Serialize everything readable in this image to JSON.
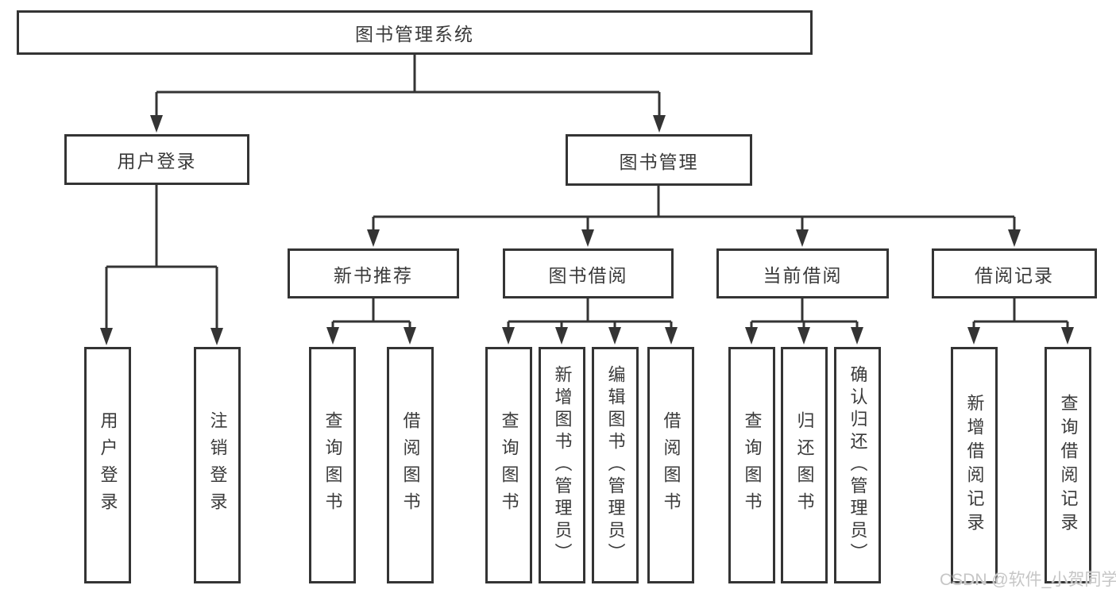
{
  "diagram_type": "hierarchy-tree",
  "colors": {
    "line": "#343434",
    "box_border": "#343434",
    "text": "#3a3a3a",
    "background": "#ffffff",
    "watermark": "#c6c6c6"
  },
  "tree": {
    "label": "图书管理系统",
    "children": [
      {
        "label": "用户登录",
        "children": [
          {
            "label": "用户登录"
          },
          {
            "label": "注销登录"
          }
        ]
      },
      {
        "label": "图书管理",
        "children": [
          {
            "label": "新书推荐",
            "children": [
              {
                "label": "查询图书"
              },
              {
                "label": "借阅图书"
              }
            ]
          },
          {
            "label": "图书借阅",
            "children": [
              {
                "label": "查询图书"
              },
              {
                "label": "新增图书（管理员）"
              },
              {
                "label": "编辑图书（管理员）"
              },
              {
                "label": "借阅图书"
              }
            ]
          },
          {
            "label": "当前借阅",
            "children": [
              {
                "label": "查询图书"
              },
              {
                "label": "归还图书"
              },
              {
                "label": "确认归还（管理员）"
              }
            ]
          },
          {
            "label": "借阅记录",
            "children": [
              {
                "label": "新增借阅记录"
              },
              {
                "label": "查询借阅记录"
              }
            ]
          }
        ]
      }
    ]
  },
  "watermark": {
    "text": "CSDN @软件_小贺同学"
  }
}
